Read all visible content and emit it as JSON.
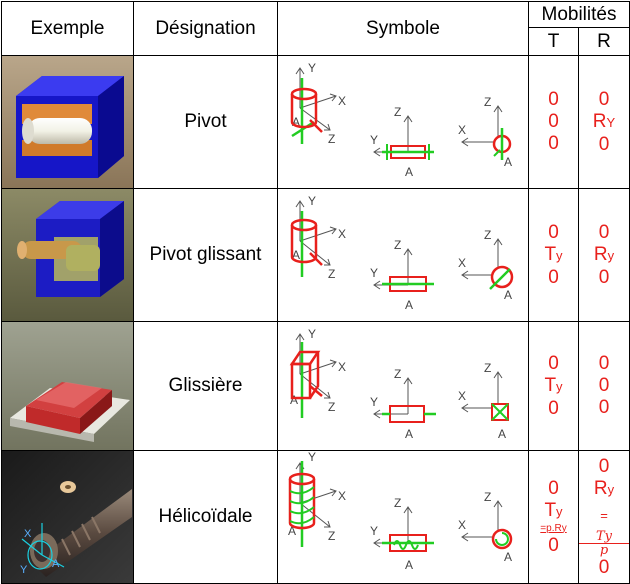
{
  "header": {
    "exemple": "Exemple",
    "designation": "Désignation",
    "symbole": "Symbole",
    "mobilites": "Mobilités",
    "t": "T",
    "r": "R"
  },
  "rows": [
    {
      "designation": "Pivot",
      "t": [
        "0",
        "0",
        "0"
      ],
      "r_top": "0",
      "r_mid": "R",
      "r_mid_sub": "Y",
      "r_bot": "0"
    },
    {
      "designation": "Pivot glissant",
      "t_top": "0",
      "t_mid": "T",
      "t_mid_sub": "y",
      "t_bot": "0",
      "r_top": "0",
      "r_mid": "R",
      "r_mid_sub": "y",
      "r_bot": "0"
    },
    {
      "designation": "Glissière",
      "t_top": "0",
      "t_mid": "T",
      "t_mid_sub": "y",
      "t_bot": "0",
      "r": [
        "0",
        "0",
        "0"
      ]
    },
    {
      "designation": "Hélicoïdale",
      "t_top": "0",
      "t_mid": "T",
      "t_mid_sub": "y",
      "t_rel": "=p.Ry",
      "t_bot": "0",
      "r_top": "0",
      "r_mid": "R",
      "r_mid_sub": "y",
      "r_eq": "=",
      "r_frac_num": "Ty",
      "r_frac_den": "p",
      "r_bot": "0"
    }
  ],
  "axis_labels": {
    "x": "X",
    "y": "Y",
    "z": "Z",
    "a": "A"
  },
  "colors": {
    "red": "#e8201c",
    "green": "#22cc22",
    "axis": "#555555"
  }
}
